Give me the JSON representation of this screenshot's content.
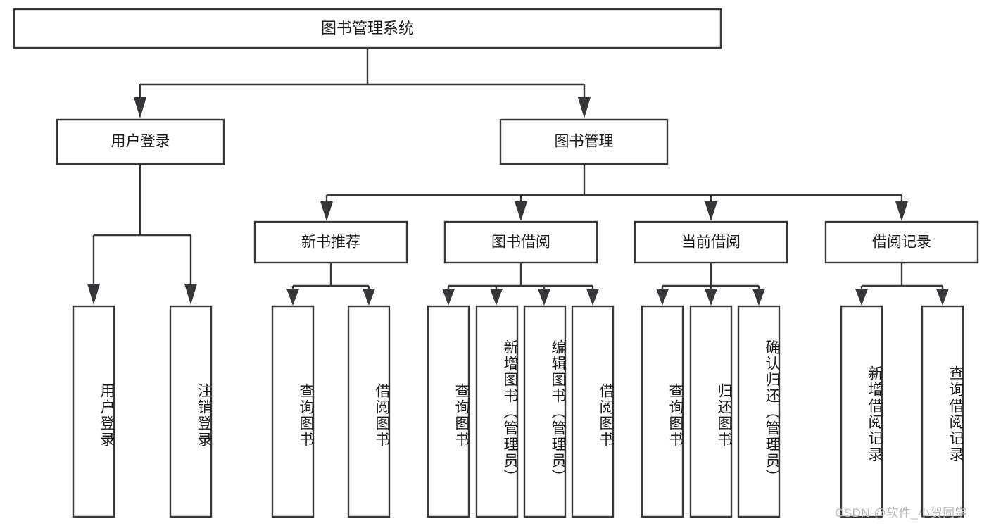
{
  "diagram": {
    "type": "tree-hierarchy",
    "title": "图书管理系统",
    "orientation": "top-down",
    "colors": {
      "box_stroke": "#36373a",
      "box_fill": "#ffffff",
      "text": "#1b1b1b",
      "background": "#ffffff",
      "watermark": "#b9b9b9"
    },
    "root": {
      "label": "图书管理系统"
    },
    "level1": [
      {
        "label": "用户登录"
      },
      {
        "label": "图书管理"
      }
    ],
    "level2": [
      {
        "label": "新书推荐"
      },
      {
        "label": "图书借阅"
      },
      {
        "label": "当前借阅"
      },
      {
        "label": "借阅记录"
      }
    ],
    "leaves": {
      "user_login": [
        {
          "label": "用户登录"
        },
        {
          "label": "注销登录"
        }
      ],
      "new_book_recommend": [
        {
          "label": "查询图书"
        },
        {
          "label": "借阅图书"
        }
      ],
      "book_borrow": [
        {
          "label": "查询图书"
        },
        {
          "label": "新增图书（管理员）"
        },
        {
          "label": "编辑图书（管理员）"
        },
        {
          "label": "借阅图书"
        }
      ],
      "current_borrow": [
        {
          "label": "查询图书"
        },
        {
          "label": "归还图书"
        },
        {
          "label": "确认归还（管理员）"
        }
      ],
      "borrow_record": [
        {
          "label": "新增借阅记录"
        },
        {
          "label": "查询借阅记录"
        }
      ]
    }
  },
  "watermark": {
    "text": "CSDN @软件_小贺同学"
  }
}
